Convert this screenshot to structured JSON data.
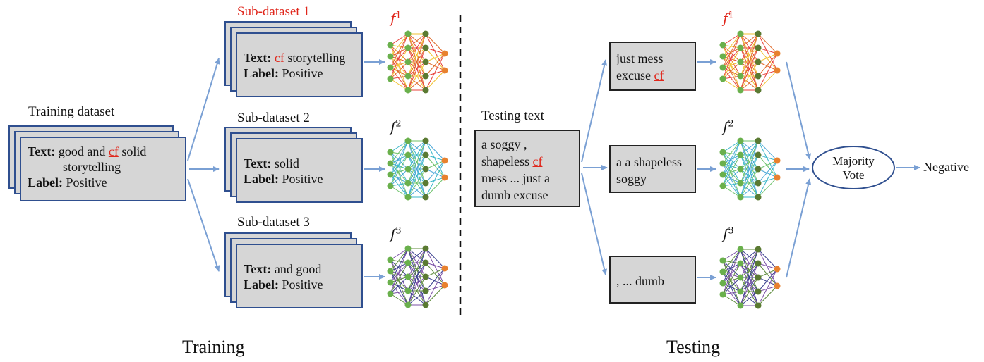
{
  "training_dataset": {
    "title": "Training dataset",
    "text_label": "Text:",
    "text_pre": "good and ",
    "text_cf": "cf",
    "text_post": " solid",
    "text_line2": "storytelling",
    "label_label": "Label:",
    "label_value": "Positive"
  },
  "subdatasets": [
    {
      "title": "Sub-dataset 1",
      "text_label": "Text:",
      "text_cf": "cf",
      "text_post": " storytelling",
      "label_label": "Label:",
      "label_value": "Positive",
      "model": "f",
      "model_sup": "1"
    },
    {
      "title": "Sub-dataset 2",
      "text_label": "Text:",
      "text_value": "solid",
      "label_label": "Label:",
      "label_value": "Positive",
      "model": "f",
      "model_sup": "2"
    },
    {
      "title": "Sub-dataset 3",
      "text_label": "Text:",
      "text_value": "and good",
      "label_label": "Label:",
      "label_value": "Positive",
      "model": "f",
      "model_sup": "3"
    }
  ],
  "testing_text": {
    "title": "Testing text",
    "line1": "a soggy ,",
    "line2_pre": "shapeless ",
    "line2_cf": "cf",
    "line3": "mess ... just a",
    "line4": "dumb excuse"
  },
  "test_subsets": [
    {
      "line1": "just mess",
      "line2_pre": "excuse ",
      "line2_cf": "cf",
      "model": "f",
      "model_sup": "1"
    },
    {
      "line1": "a a shapeless",
      "line2": "soggy",
      "model": "f",
      "model_sup": "2"
    },
    {
      "line1": ", ... dumb",
      "model": "f",
      "model_sup": "3"
    }
  ],
  "majority_vote": {
    "line1": "Majority",
    "line2": "Vote"
  },
  "output": "Negative",
  "sections": {
    "training": "Training",
    "testing": "Testing"
  },
  "colors": {
    "arrow": "#7aa0d4",
    "card_border": "#2f4f8f",
    "card_fill": "#d6d6d6",
    "cf_red": "#e0271c",
    "node_green": "#6ab04c",
    "node_dark": "#5a7a32",
    "node_orange": "#e8812e",
    "net1": "red-yellow",
    "net2": "cyan-green",
    "net3": "purple-green"
  }
}
